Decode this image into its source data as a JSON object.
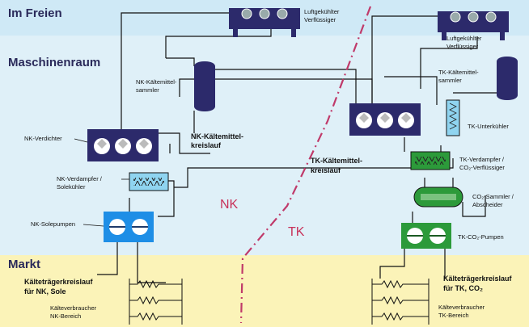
{
  "zones": {
    "outdoor": "Im Freien",
    "machine_room": "Maschinenraum",
    "market": "Markt"
  },
  "divider": {
    "nk": "NK",
    "tk": "TK"
  },
  "labels": {
    "nk_condenser": [
      "Luftgekühlter",
      "Verflüssiger"
    ],
    "tk_condenser": [
      "Luftgekühlter",
      "Verflüssiger"
    ],
    "nk_receiver": [
      "NK-Kältemittel-",
      "sammler"
    ],
    "tk_receiver": [
      "TK-Kältemittel-",
      "sammler"
    ],
    "nk_compressor": "NK-Verdichter",
    "nk_circuit": [
      "NK-Kältemittel-",
      "kreislauf"
    ],
    "nk_evaporator": [
      "NK-Verdampfer /",
      "Solekühler"
    ],
    "nk_pumps": "NK-Solepumpen",
    "tk_subcooler": "TK-Unterkühler",
    "tk_circuit": [
      "TK-Kältemittel-",
      "kreislauf"
    ],
    "tk_evaporator": [
      "TK-Verdampfer /",
      "CO₂-Verflüssiger"
    ],
    "co2_separator": [
      "CO₂-Sammler /",
      "Abscheider"
    ],
    "tk_pumps": "TK-CO₂-Pumpen",
    "nk_secondary": [
      "Kälteträgerkreislauf",
      "für NK, Sole"
    ],
    "tk_secondary": [
      "Kälteträgerkreislauf",
      "für TK, CO₂"
    ],
    "nk_consumers": [
      "Kälteverbraucher",
      "NK-Bereich"
    ],
    "tk_consumers": [
      "Kälteverbraucher",
      "TK-Bereich"
    ]
  },
  "colors": {
    "outdoor_bg": "#cfe9f6",
    "machine_bg": "#dff0f8",
    "market_bg": "#fbf3b8",
    "compressor": "#2c2a6b",
    "receiver": "#2c2a6b",
    "pump_nk": "#1e8ee6",
    "pump_tk": "#2c9a3a",
    "divider": "#c03a6a"
  }
}
